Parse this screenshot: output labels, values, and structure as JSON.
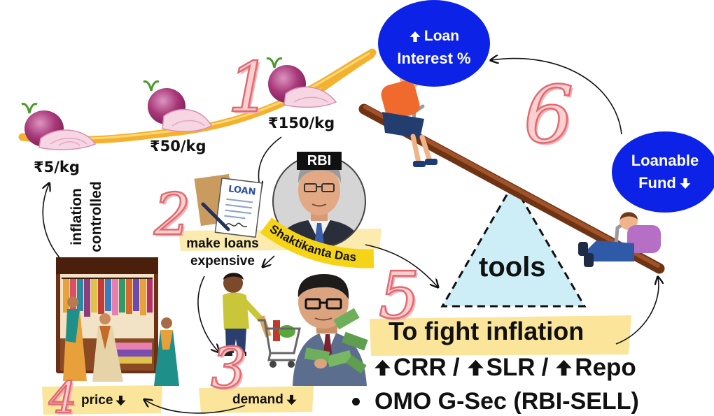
{
  "onion_prices": {
    "low": "₹5/kg",
    "mid": "₹50/kg",
    "high": "₹150/kg"
  },
  "step_numbers": {
    "step1": "1",
    "step2": "2",
    "step3": "3",
    "step4": "4",
    "step5": "5",
    "step6": "6"
  },
  "rbi": {
    "badge": "RBI",
    "governor_name": "Shaktikanta Das"
  },
  "loan_document": {
    "header": "LOAN"
  },
  "step2_caption": {
    "line1": "make loans",
    "line2": "expensive"
  },
  "inflation_caption": {
    "line1": "inflation",
    "line2": "controlled"
  },
  "step3_caption": {
    "label": "demand",
    "arrow_icon": "arrow-down-icon"
  },
  "step4_caption": {
    "label": "price",
    "arrow_icon": "arrow-down-icon"
  },
  "fulcrum": {
    "label": "tools"
  },
  "tools_panel": {
    "title": "To fight inflation",
    "measures": [
      {
        "label": "CRR",
        "arrow_icon": "arrow-up-icon"
      },
      {
        "label": "SLR",
        "arrow_icon": "arrow-up-icon"
      },
      {
        "label": "Repo",
        "arrow_icon": "arrow-up-icon"
      }
    ],
    "separator": "/",
    "bullet_item": "OMO G-Sec (RBI-SELL)"
  },
  "loan_interest_bubble": {
    "line1": "Loan",
    "line2": "Interest %",
    "arrow_icon": "arrow-up-icon"
  },
  "loanable_fund_bubble": {
    "line1": "Loanable",
    "line2": "Fund",
    "arrow_icon": "arrow-down-icon"
  },
  "colors": {
    "bubble_blue": "#0c22e6",
    "highlight_yellow": "#fbe7a0",
    "step_number_fill": "#fbd0cf",
    "step_number_outline": "#e06a72",
    "seesaw_brown": "#6e3312",
    "fulcrum_fill": "#cdeef7",
    "ribbon_yellow": "#f5d417"
  }
}
